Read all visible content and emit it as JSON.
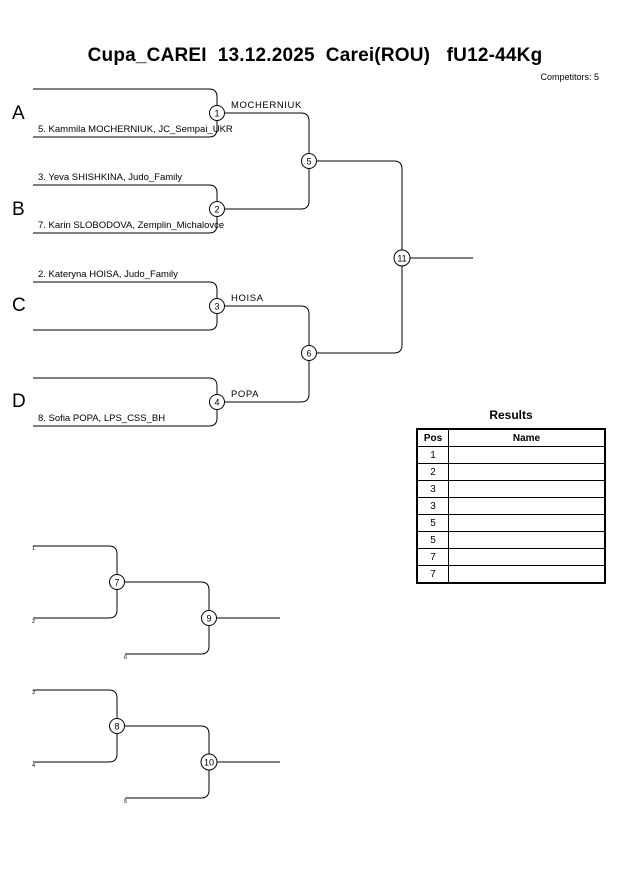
{
  "header": {
    "title": "Cupa_CAREI  13.12.2025  Carei(ROU)   fU12-44Kg",
    "competitors": "Competitors: 5"
  },
  "pools": [
    "A",
    "B",
    "C",
    "D"
  ],
  "competitors": {
    "c5": "5. Kammila MOCHERNIUK, JC_Sempai_UKR",
    "c3": "3. Yeva SHISHKINA, Judo_Family",
    "c7": "7. Karin SLOBODOVA, Zemplin_Michalovce",
    "c2": "2. Kateryna HOISA, Judo_Family",
    "c8": "8. Sofia POPA, LPS_CSS_BH"
  },
  "winners": {
    "m1": "MOCHERNIUK",
    "m3": "HOISA",
    "m4": "POPA"
  },
  "matches": {
    "m1": "1",
    "m2": "2",
    "m3": "3",
    "m4": "4",
    "m5": "5",
    "m6": "6",
    "m7": "7",
    "m8": "8",
    "m9": "9",
    "m10": "10",
    "m11": "11"
  },
  "repechage_labels": {
    "r7_top": "1",
    "r7_bottom": "2",
    "r9_bottom": "6",
    "r8_top": "3",
    "r8_bottom": "4",
    "r10_bottom": "5"
  },
  "results": {
    "title": "Results",
    "headers": {
      "pos": "Pos",
      "name": "Name"
    },
    "rows": [
      {
        "pos": "1",
        "name": ""
      },
      {
        "pos": "2",
        "name": ""
      },
      {
        "pos": "3",
        "name": ""
      },
      {
        "pos": "3",
        "name": ""
      },
      {
        "pos": "5",
        "name": ""
      },
      {
        "pos": "5",
        "name": ""
      },
      {
        "pos": "7",
        "name": ""
      },
      {
        "pos": "7",
        "name": ""
      }
    ]
  }
}
